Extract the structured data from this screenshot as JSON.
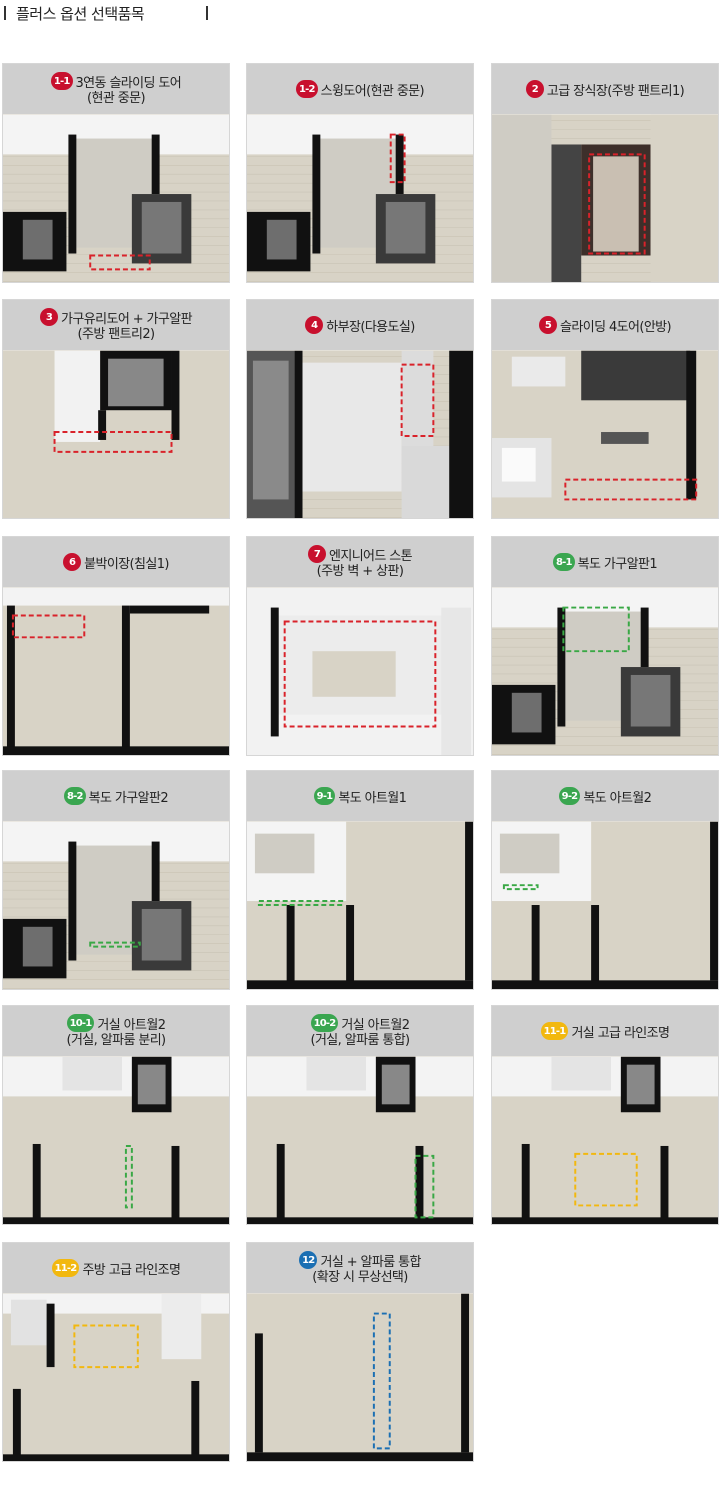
{
  "header": {
    "title": "플러스 옵션 선택품목"
  },
  "colors": {
    "badge_red": "#c8102e",
    "badge_green": "#3aa650",
    "badge_yellow": "#f2b80f",
    "badge_blue": "#1b6fb3",
    "highlight_red": "#d9222a",
    "highlight_green": "#39a845",
    "highlight_yellow": "#f2b80f",
    "highlight_blue": "#1b6fb3",
    "floor": "#d8d3c6",
    "wall": "#111111",
    "caption_bg": "#cfcfcf"
  },
  "items": [
    {
      "badge": "1-1",
      "badge_color": "red",
      "line1": "3연동 슬라이딩 도어",
      "line2": "(현관 중문)",
      "highlight": "red"
    },
    {
      "badge": "1-2",
      "badge_color": "red",
      "line1": "스윙도어(현관 중문)",
      "line2": "",
      "highlight": "red"
    },
    {
      "badge": "2",
      "badge_color": "red",
      "line1": "고급 장식장(주방 팬트리1)",
      "line2": "",
      "highlight": "red"
    },
    {
      "badge": "3",
      "badge_color": "red",
      "line1": "가구유리도어 + 가구알판",
      "line2": "(주방 팬트리2)",
      "highlight": "red"
    },
    {
      "badge": "4",
      "badge_color": "red",
      "line1": "하부장(다용도실)",
      "line2": "",
      "highlight": "red"
    },
    {
      "badge": "5",
      "badge_color": "red",
      "line1": "슬라이딩 4도어(안방)",
      "line2": "",
      "highlight": "red"
    },
    {
      "badge": "6",
      "badge_color": "red",
      "line1": "붙박이장(침실1)",
      "line2": "",
      "highlight": "red"
    },
    {
      "badge": "7",
      "badge_color": "red",
      "line1": "엔지니어드 스톤",
      "line2": "(주방 벽 + 상판)",
      "highlight": "red"
    },
    {
      "badge": "8-1",
      "badge_color": "green",
      "line1": "복도 가구알판1",
      "line2": "",
      "highlight": "green"
    },
    {
      "badge": "8-2",
      "badge_color": "green",
      "line1": "복도 가구알판2",
      "line2": "",
      "highlight": "green"
    },
    {
      "badge": "9-1",
      "badge_color": "green",
      "line1": "복도 아트월1",
      "line2": "",
      "highlight": "green"
    },
    {
      "badge": "9-2",
      "badge_color": "green",
      "line1": "복도 아트월2",
      "line2": "",
      "highlight": "green"
    },
    {
      "badge": "10-1",
      "badge_color": "green",
      "line1": "거실 아트월2",
      "line2": "(거실, 알파룸 분리)",
      "highlight": "green"
    },
    {
      "badge": "10-2",
      "badge_color": "green",
      "line1": "거실 아트월2",
      "line2": "(거실, 알파룸 통합)",
      "highlight": "green"
    },
    {
      "badge": "11-1",
      "badge_color": "yellow",
      "line1": "거실 고급 라인조명",
      "line2": "",
      "highlight": "yellow"
    },
    {
      "badge": "11-2",
      "badge_color": "yellow",
      "line1": "주방 고급 라인조명",
      "line2": "",
      "highlight": "yellow"
    },
    {
      "badge": "12",
      "badge_color": "blue",
      "line1": "거실 + 알파룸 통합",
      "line2": "(확장 시 무상선택)",
      "highlight": "blue"
    }
  ]
}
